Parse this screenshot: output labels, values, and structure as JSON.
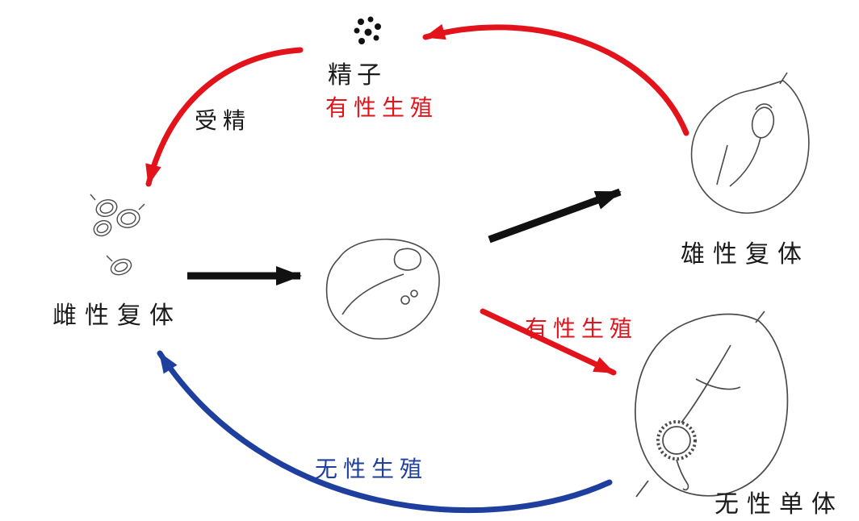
{
  "diagram": {
    "labels": {
      "sperm": "精子",
      "sexual_reproduction_top": "有性生殖",
      "fertilization": "受精",
      "female_complex": "雌性复体",
      "male_complex": "雄性复体",
      "sexual_reproduction_mid": "有性生殖",
      "asexual_reproduction": "无性生殖",
      "asexual_monomer": "无性单体"
    },
    "colors": {
      "red": "#e2131b",
      "blue": "#1f3f9e",
      "black": "#111111",
      "line": "#4a4a4a"
    },
    "edges": [
      {
        "from": "male_complex",
        "to": "sperm",
        "color": "red",
        "style": "curved",
        "label": ""
      },
      {
        "from": "sperm",
        "to": "female_complex",
        "color": "red",
        "style": "curved",
        "label": "受精"
      },
      {
        "from": "female_complex",
        "to": "central_cell",
        "color": "black",
        "style": "straight",
        "label": ""
      },
      {
        "from": "central_cell",
        "to": "male_complex",
        "color": "black",
        "style": "straight",
        "label": ""
      },
      {
        "from": "central_cell",
        "to": "asexual_monomer",
        "color": "red",
        "style": "straight",
        "label": "有性生殖"
      },
      {
        "from": "asexual_monomer",
        "to": "female_complex",
        "color": "blue",
        "style": "curved",
        "label": "无性生殖"
      }
    ]
  }
}
